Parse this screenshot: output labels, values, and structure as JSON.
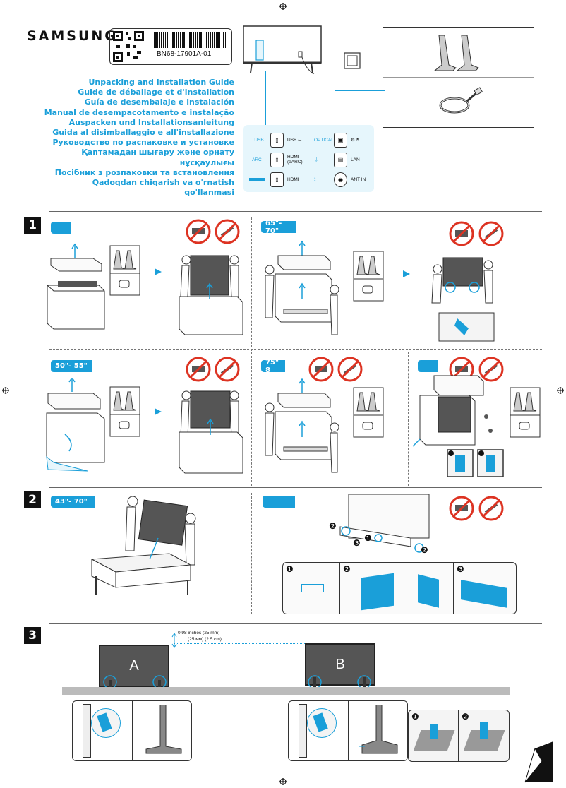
{
  "header": {
    "logo": "SAMSUNG",
    "part_number": "BN68-17901A-01"
  },
  "titles": [
    "Unpacking and Installation Guide",
    "Guide de déballage et d'installation",
    "Guía de desembalaje e instalación",
    "Manual de desempacotamento e instalação",
    "Auspacken und Installationsanleitung",
    "Guida al disimballaggio e all'installazione",
    "Руководство по распаковке и установке",
    "Қаптамадан шығару және орнату нұсқаулығы",
    "Посібник з розпаковки та встановлення",
    "Qadoqdan chiqarish va o'rnatish qo'llanmasi"
  ],
  "ports": {
    "usb_icon_label": "USB",
    "usb": "USB ⭠",
    "optical": "OPTICAL",
    "arc": "ARC",
    "hdmi_earc": "HDMI (eARC)",
    "lan": "LAN",
    "hdmi": "HDMI",
    "ant_in": "ANT IN"
  },
  "steps": {
    "one": "1",
    "two": "2",
    "three": "3"
  },
  "size_tags": {
    "s1a": "",
    "s1b": "65\"- 70\"",
    "s1c": "50\"- 55\"",
    "s1d": "75\" 8",
    "s1e": "",
    "s2a": "43\"- 70\"",
    "s2b": ""
  },
  "step3": {
    "measure_line1": "0.98 inches (25 mm)",
    "measure_line2": "(25 мм) (2.5 cm)",
    "label_a": "A",
    "label_b": "B"
  },
  "callouts": {
    "c1": "❶",
    "c2": "❷",
    "c3": "❸"
  },
  "colors": {
    "accent": "#1a9fd9",
    "dark": "#111111"
  }
}
